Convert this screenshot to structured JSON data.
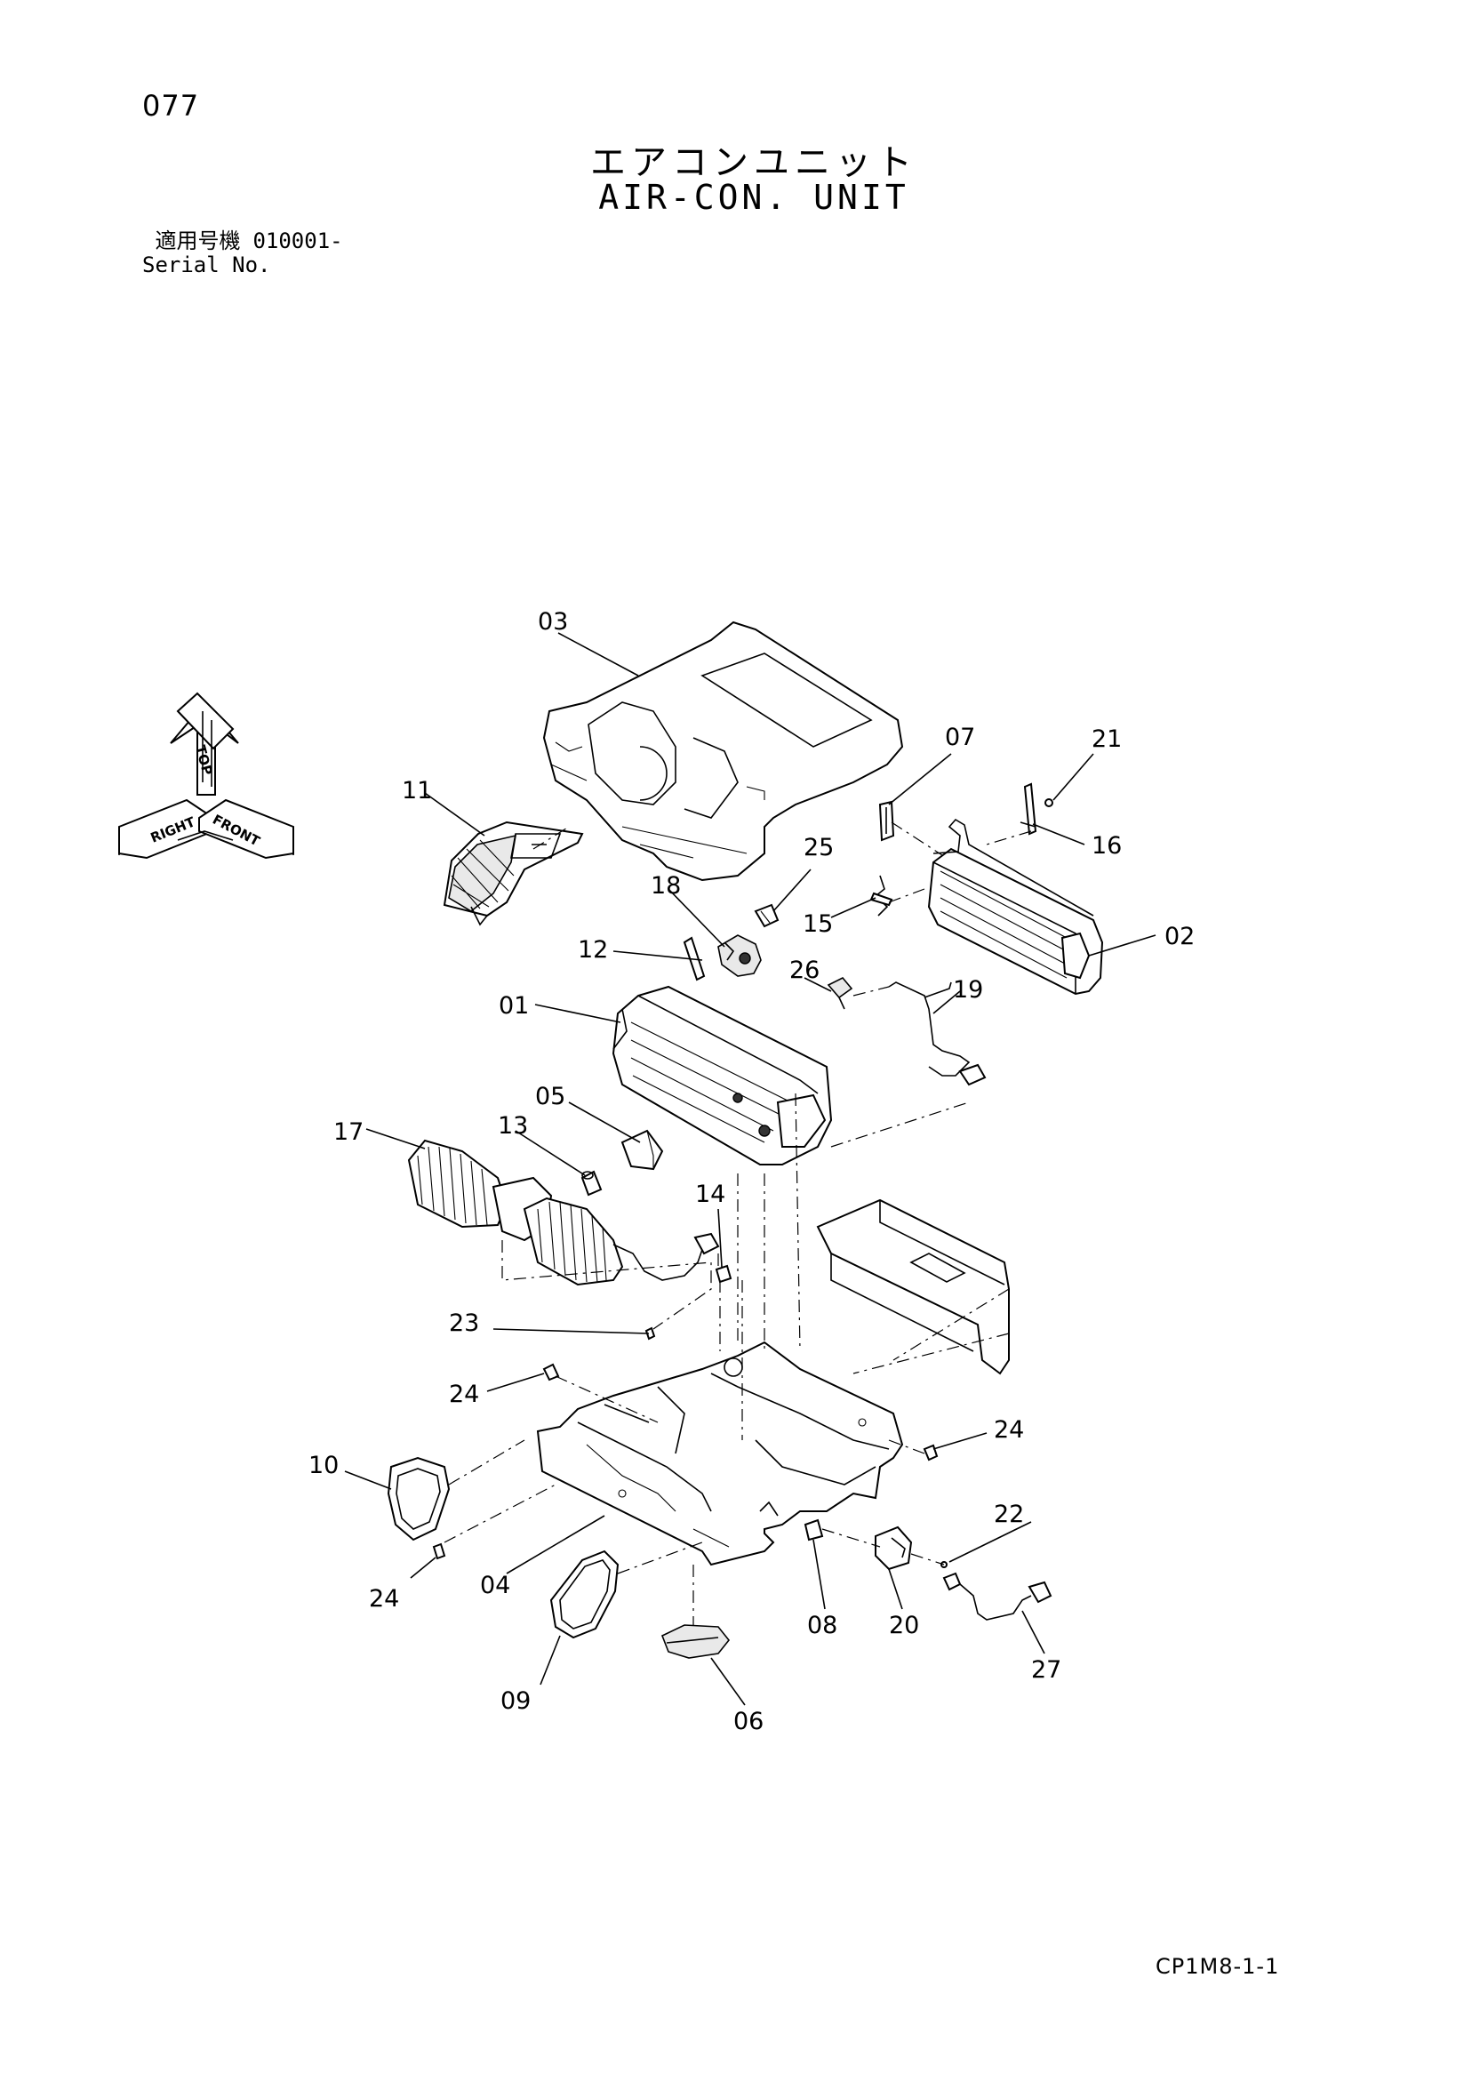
{
  "page_number": "077",
  "title_jp": "エアコンユニット",
  "title_en": "AIR-CON. UNIT",
  "serial": {
    "label_jp": "適用号機",
    "value": "010001-",
    "label_en": "Serial No."
  },
  "orientation": {
    "top": "TOP",
    "right": "RIGHT",
    "front": "FRONT"
  },
  "callouts": {
    "c01": "01",
    "c02": "02",
    "c03": "03",
    "c04": "04",
    "c05": "05",
    "c06": "06",
    "c07": "07",
    "c08": "08",
    "c09": "09",
    "c10": "10",
    "c11": "11",
    "c12": "12",
    "c13": "13",
    "c14": "14",
    "c15": "15",
    "c16": "16",
    "c17": "17",
    "c18": "18",
    "c19": "19",
    "c20": "20",
    "c21": "21",
    "c22": "22",
    "c23": "23",
    "c24a": "24",
    "c24b": "24",
    "c24c": "24",
    "c25": "25",
    "c26": "26",
    "c27": "27"
  },
  "drawing_code": "CP1M8-1-1"
}
